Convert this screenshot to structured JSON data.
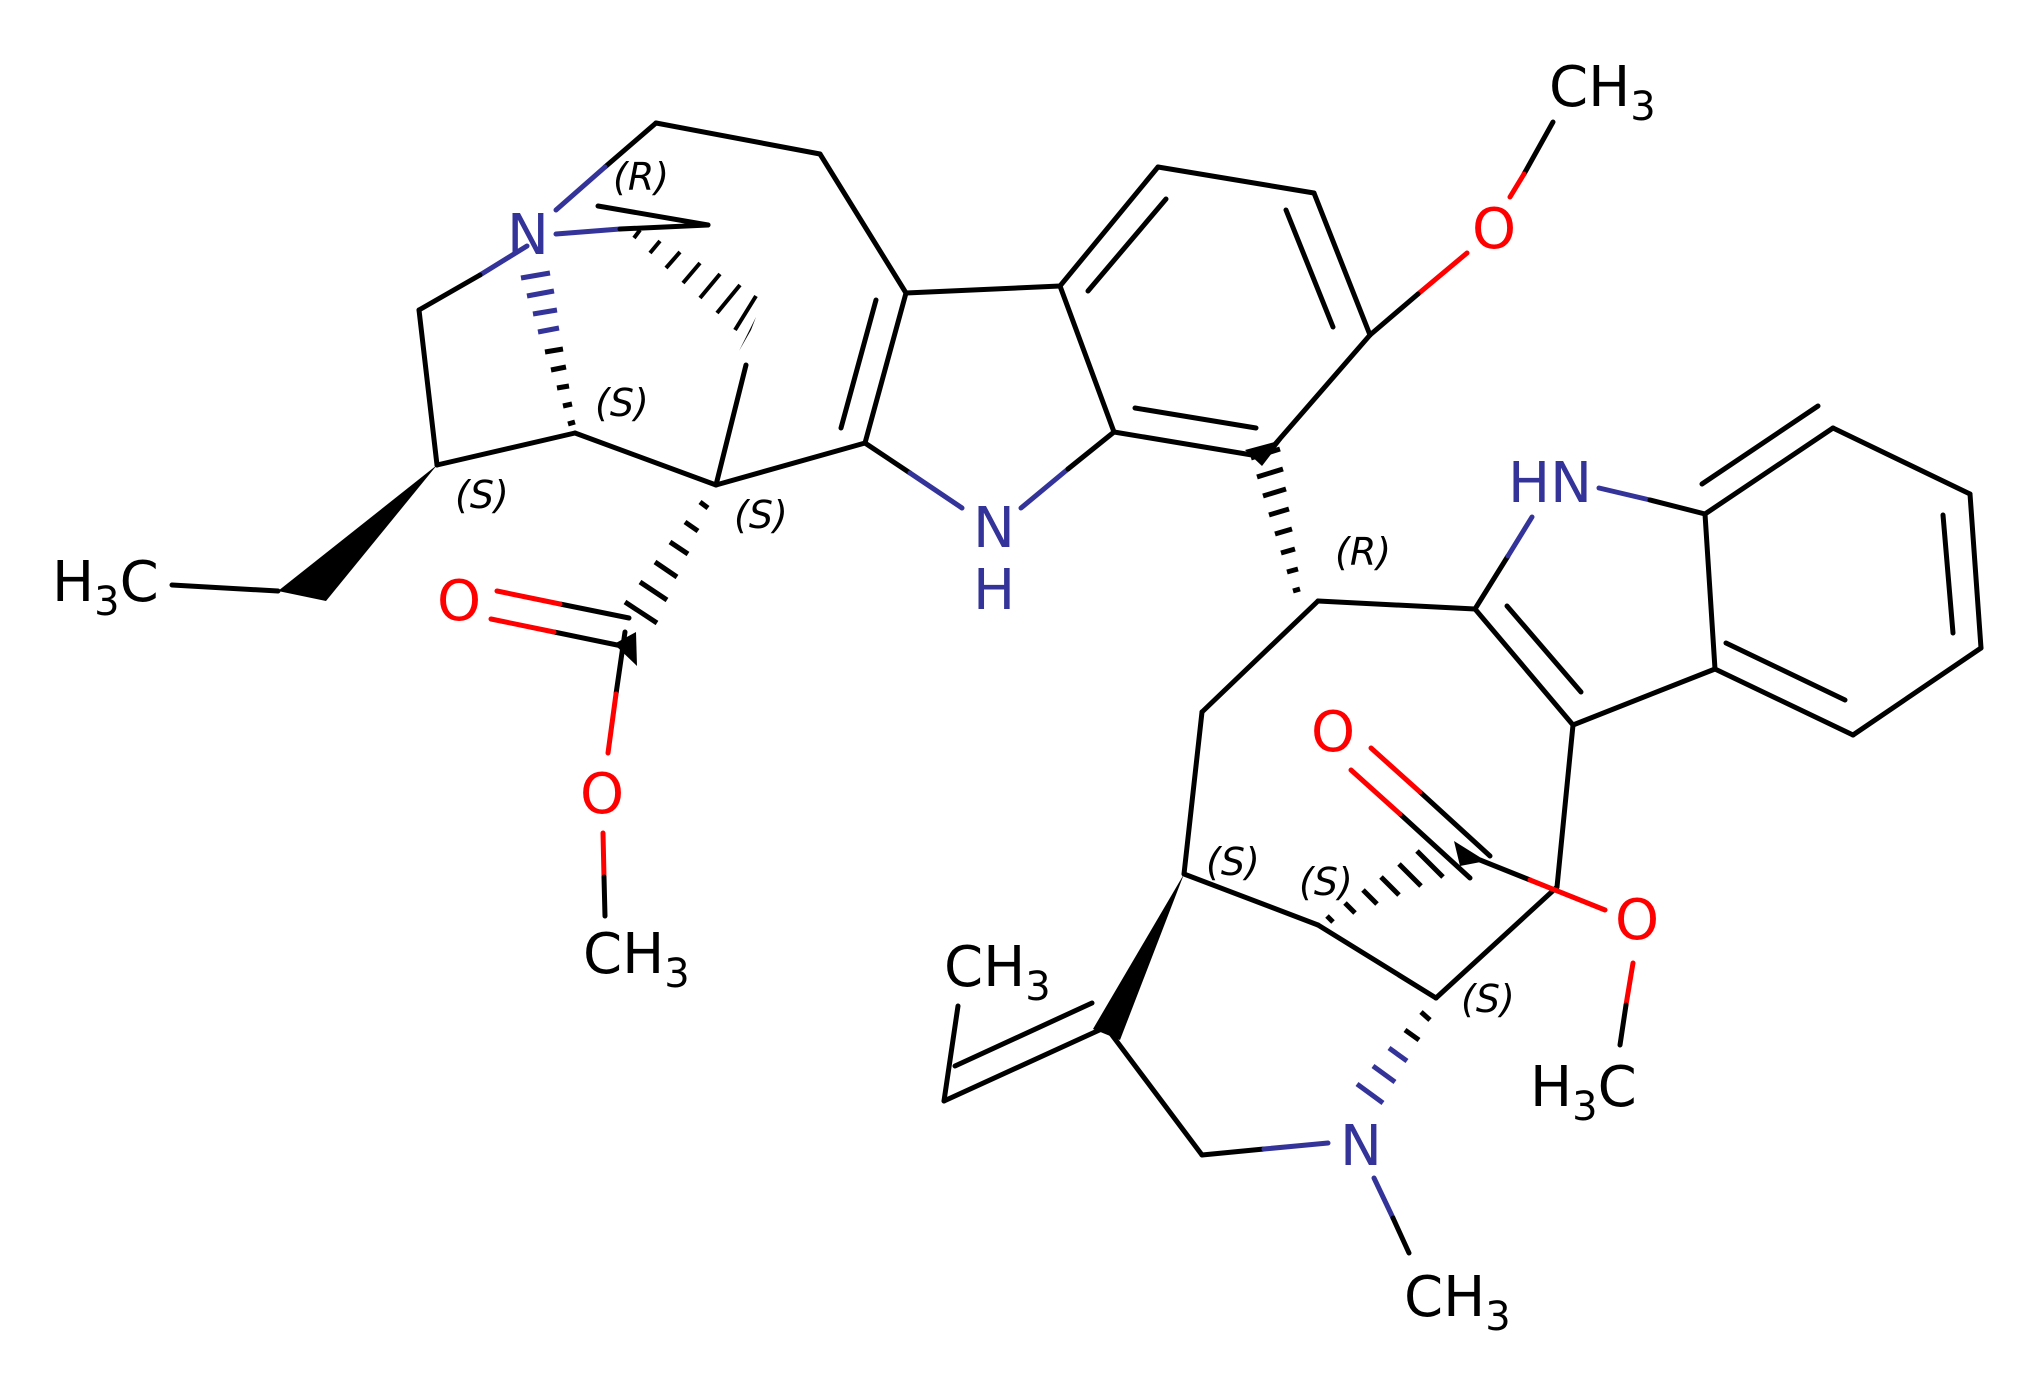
{
  "colors": {
    "carbon": "#000000",
    "nitrogen": "#33339a",
    "oxygen": "#ff0000",
    "background": "#ffffff"
  },
  "atoms": {
    "ch3_top": {
      "main": "CH",
      "sub": "3"
    },
    "o_methoxy": {
      "main": "O"
    },
    "hn_right": {
      "main": "HN"
    },
    "n_topleft": {
      "main": "N"
    },
    "nh_center": {
      "main": "N",
      "h": "H"
    },
    "h3c_left": {
      "pre": "H",
      "sub": "3",
      "main": "C"
    },
    "o_carbonyl_left": {
      "main": "O"
    },
    "o_ester_left": {
      "main": "O"
    },
    "ch3_ester_left": {
      "main": "CH",
      "sub": "3"
    },
    "o_carbonyl_right": {
      "main": "O"
    },
    "o_ester_right": {
      "main": "O"
    },
    "h3c_ester_right": {
      "pre": "H",
      "sub": "3",
      "main": "C"
    },
    "ch3_vinyl": {
      "main": "CH",
      "sub": "3"
    },
    "n_bottom": {
      "main": "N"
    },
    "ch3_n_bottom": {
      "main": "CH",
      "sub": "3"
    }
  },
  "stereo_labels": {
    "r_top": "(R)",
    "s_left1": "(S)",
    "s_left2": "(S)",
    "s_center": "(S)",
    "r_center": "(R)",
    "s_mid1": "(S)",
    "s_mid2": "(S)",
    "s_bottom": "(S)"
  }
}
